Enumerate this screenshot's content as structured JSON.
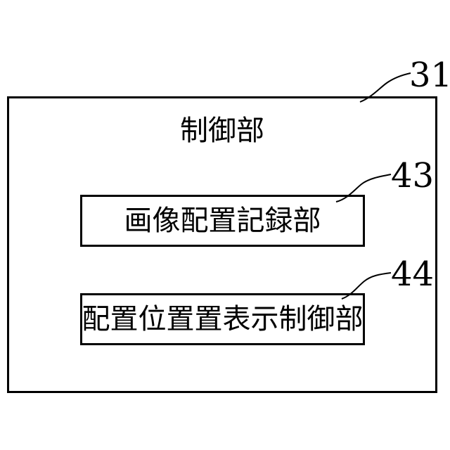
{
  "control_unit": {
    "label": "制御部",
    "ref": "31",
    "image_layout_record": {
      "label": "画像配置記録部",
      "ref": "43"
    },
    "layout_position_display_control": {
      "label": "配置位置置表示制御部",
      "ref": "44"
    }
  }
}
